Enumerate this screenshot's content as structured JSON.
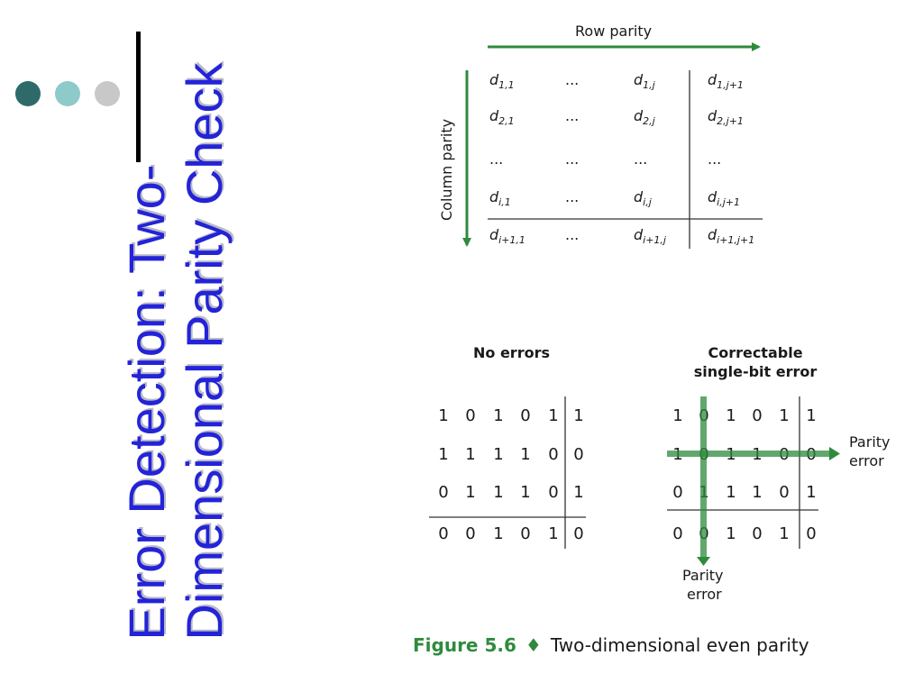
{
  "slide": {
    "title_line1": "Error Detection: Two-",
    "title_line2": "Dimensional Parity Check",
    "dot_colors": [
      "#2e6a6a",
      "#8fcaca",
      "#c8c8c8"
    ]
  },
  "general_matrix": {
    "row_parity_label": "Row parity",
    "column_parity_label": "Column parity",
    "rows": [
      [
        [
          "d",
          "1,1"
        ],
        [
          "...",
          ""
        ],
        [
          "d",
          "1,j"
        ],
        [
          "d",
          "1,j+1"
        ]
      ],
      [
        [
          "d",
          "2,1"
        ],
        [
          "...",
          ""
        ],
        [
          "d",
          "2,j"
        ],
        [
          "d",
          "2,j+1"
        ]
      ],
      [
        [
          "...",
          ""
        ],
        [
          "...",
          ""
        ],
        [
          "...",
          ""
        ],
        [
          "...",
          ""
        ]
      ],
      [
        [
          "d",
          "i,1"
        ],
        [
          "...",
          ""
        ],
        [
          "d",
          "i,j"
        ],
        [
          "d",
          "i,j+1"
        ]
      ],
      [
        [
          "d",
          "i+1,1"
        ],
        [
          "...",
          ""
        ],
        [
          "d",
          "i+1,j"
        ],
        [
          "d",
          "i+1,j+1"
        ]
      ]
    ]
  },
  "no_errors": {
    "heading": "No errors",
    "rows": [
      [
        "1",
        "0",
        "1",
        "0",
        "1",
        "1"
      ],
      [
        "1",
        "1",
        "1",
        "1",
        "0",
        "0"
      ],
      [
        "0",
        "1",
        "1",
        "1",
        "0",
        "1"
      ],
      [
        "0",
        "0",
        "1",
        "0",
        "1",
        "0"
      ]
    ]
  },
  "correctable": {
    "heading_line1": "Correctable",
    "heading_line2": "single-bit error",
    "rows": [
      [
        "1",
        "0",
        "1",
        "0",
        "1",
        "1"
      ],
      [
        "1",
        "0",
        "1",
        "1",
        "0",
        "0"
      ],
      [
        "0",
        "1",
        "1",
        "1",
        "0",
        "1"
      ],
      [
        "0",
        "0",
        "1",
        "0",
        "1",
        "0"
      ]
    ],
    "row_parity_error_line1": "Parity",
    "row_parity_error_line2": "error",
    "column_parity_error_line1": "Parity",
    "column_parity_error_line2": "error"
  },
  "caption": {
    "figure": "Figure 5.6",
    "separator": "♦",
    "text": "Two-dimensional even parity"
  },
  "colors": {
    "accent_green": "#2e8b3e",
    "title_blue": "#2323d8"
  }
}
